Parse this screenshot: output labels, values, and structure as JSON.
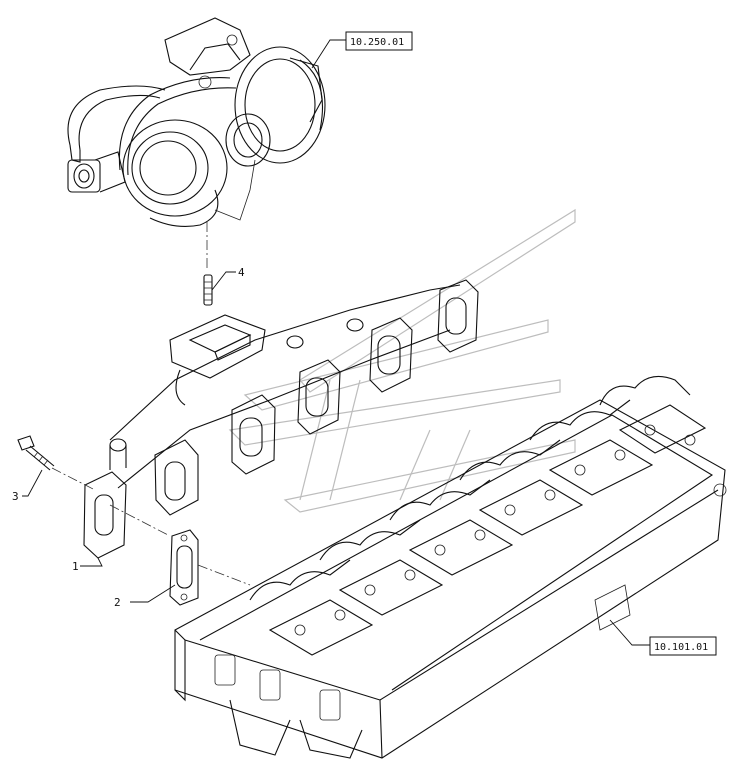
{
  "references": {
    "turbocharger": "10.250.01",
    "cylinder_head": "10.101.01"
  },
  "callouts": {
    "manifold": "1",
    "gasket": "2",
    "bolt": "3",
    "stud": "4"
  }
}
